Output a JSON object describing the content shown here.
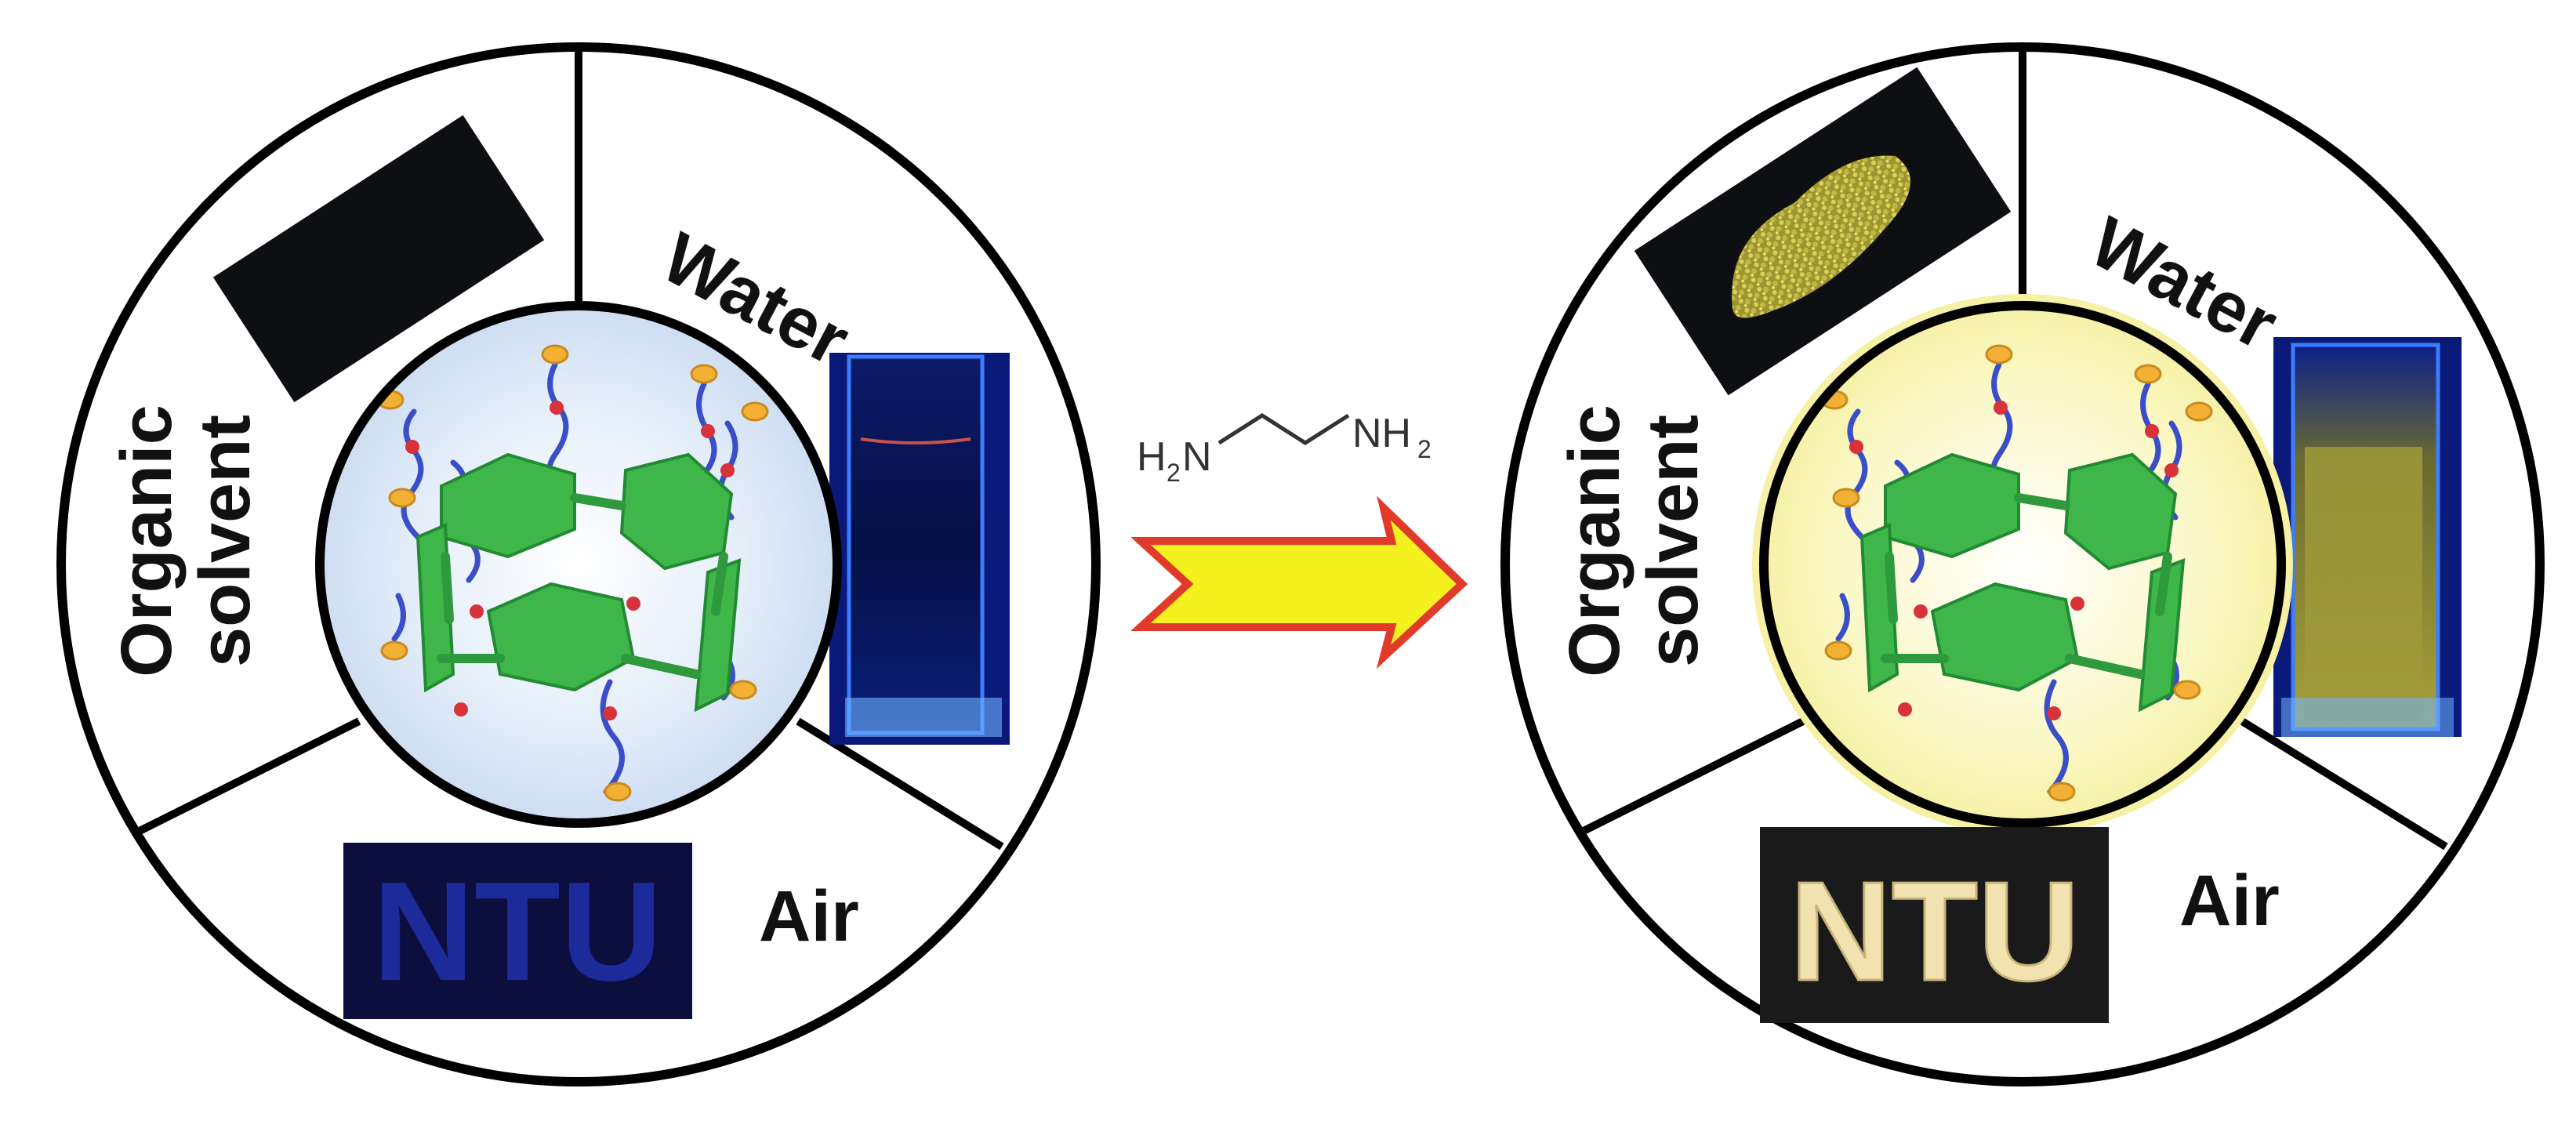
{
  "panels": [
    {
      "id": "before",
      "labels": {
        "water": "Water",
        "organic_line1": "Organic",
        "organic_line2": "solvent",
        "air": "Air"
      },
      "ntu_text": "NTU",
      "state": "dark"
    },
    {
      "id": "after",
      "labels": {
        "water": "Water",
        "organic_line1": "Organic",
        "organic_line2": "solvent",
        "air": "Air"
      },
      "ntu_text": "NTU",
      "state": "luminescent"
    }
  ],
  "reagent": {
    "left_group": "H",
    "left_sub": "2",
    "left_atom": "N",
    "right_atom": "NH",
    "right_sub": "2"
  },
  "colors": {
    "ring_stroke": "#000000",
    "cage_green": "#3fb64a",
    "linker_blue": "#3a4ec9",
    "linker_red": "#d8323a",
    "tip_orange": "#f2b134",
    "arrow_fill": "#f4f11e",
    "arrow_stroke": "#e23a2a",
    "dark_glow": "#cfe0f4",
    "yellow_glow": "#f6f39a",
    "ntu_dark_bg": "#0c0f3e",
    "ntu_dark_text": "#1c2a9a",
    "ntu_bright_bg": "#1a1a1a",
    "ntu_bright_text": "#f1e2b0",
    "powder_yellow": "#c9c244"
  }
}
